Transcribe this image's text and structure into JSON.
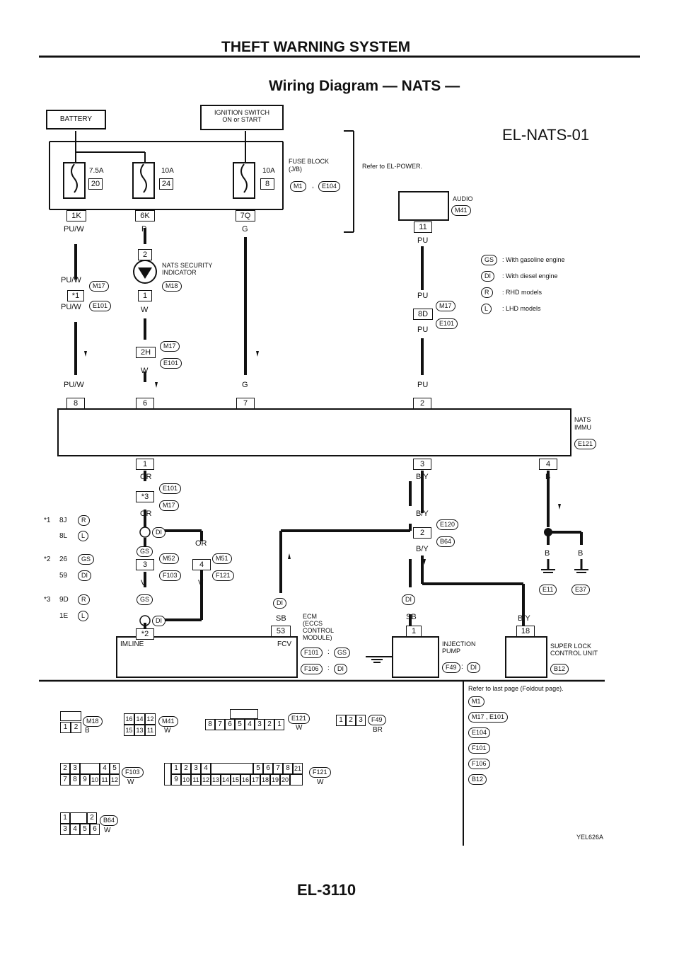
{
  "page": {
    "title": "THEFT WARNING SYSTEM",
    "subtitle": "Wiring Diagram — NATS —",
    "diagram_code": "EL-NATS-01",
    "figure_id": "YEL626A",
    "page_number": "EL-3110"
  },
  "power": {
    "battery": "BATTERY",
    "ignition_line1": "IGNITION SWITCH",
    "ignition_line2": "ON or START",
    "fuses": [
      {
        "amp": "7.5A",
        "num": "20"
      },
      {
        "amp": "10A",
        "num": "24"
      },
      {
        "amp": "10A",
        "num": "8"
      }
    ],
    "fuse_block_line1": "FUSE BLOCK",
    "fuse_block_line2": "(J/B)",
    "fuse_block_conn1": "M1",
    "fuse_block_conn2": "E104",
    "refer": "Refer to EL-POWER.",
    "terminals": [
      "1K",
      "6K",
      "7Q"
    ]
  },
  "wires": {
    "puw": "PU/W",
    "p": "P",
    "g": "G",
    "w": "W",
    "pu": "PU",
    "or": "OR",
    "by": "B/Y",
    "b": "B",
    "v": "V",
    "sb": "SB"
  },
  "indicator": {
    "line1": "NATS SECURITY",
    "line2": "INDICATOR",
    "conn": "M18",
    "pin_top": "2",
    "pin_bottom": "1"
  },
  "audio": {
    "label": "AUDIO",
    "conn": "M41",
    "pin": "11"
  },
  "connectors": {
    "m17": "M17",
    "e101": "E101",
    "m52": "M52",
    "f103": "F103",
    "m51": "M51",
    "f121": "F121",
    "e120": "E120",
    "b64": "B64",
    "e11": "E11",
    "e37": "E37",
    "e121": "E121",
    "f101": "F101",
    "f106": "F106",
    "f49": "F49",
    "b12": "B12",
    "pin_star1": "*1",
    "pin_2h": "2H",
    "pin_8d": "8D",
    "pin_star3": "*3",
    "pin_3": "3",
    "pin_4": "4",
    "pin_2": "2"
  },
  "legend": [
    {
      "tag": "GS",
      "text": ": With gasoline engine"
    },
    {
      "tag": "DI",
      "text": ": With diesel engine"
    },
    {
      "tag": "R",
      "text": ": RHD models"
    },
    {
      "tag": "L",
      "text": ": LHD models"
    }
  ],
  "immu": {
    "line1": "NATS",
    "line2": "IMMU",
    "conn": "E121",
    "pins_top": [
      "8",
      "6",
      "7",
      "2"
    ],
    "pins_bottom": [
      "1",
      "3",
      "4"
    ]
  },
  "notes": [
    {
      "star": "*1",
      "a": "8J",
      "a_tag": "R",
      "b": "8L",
      "b_tag": "L"
    },
    {
      "star": "*2",
      "a": "26",
      "a_tag": "GS",
      "b": "59",
      "b_tag": "DI"
    },
    {
      "star": "*3",
      "a": "9D",
      "a_tag": "R",
      "b": "1E",
      "b_tag": "L"
    }
  ],
  "modules": {
    "imline": "IMLINE",
    "fcv": "FCV",
    "ecm_line1": "ECM",
    "ecm_line2": "(ECCS",
    "ecm_line3": "CONTROL",
    "ecm_line4": "MODULE)",
    "ecm_pin": "53",
    "imline_pin": "*2",
    "pump_line1": "INJECTION",
    "pump_line2": "PUMP",
    "pump_pin": "1",
    "superlock_line1": "SUPER LOCK",
    "superlock_line2": "CONTROL UNIT",
    "superlock_pin": "18"
  },
  "refs": {
    "heading": "Refer to last page (Foldout page).",
    "items": [
      "M1",
      "M17 , E101",
      "E104",
      "F101",
      "F106",
      "B12"
    ]
  },
  "faces": [
    {
      "conn": "M18",
      "color": "B"
    },
    {
      "conn": "M41",
      "color": "W"
    },
    {
      "conn": "E121",
      "color": "W"
    },
    {
      "conn": "F49",
      "color": "BR"
    },
    {
      "conn": "F103",
      "color": "W"
    },
    {
      "conn": "F121",
      "color": "W"
    },
    {
      "conn": "B64",
      "color": "W"
    }
  ],
  "face_pins": {
    "m18": [
      "1",
      "2"
    ],
    "m41_top": [
      "16",
      "14",
      "12"
    ],
    "m41_bottom": [
      "15",
      "13",
      "11"
    ],
    "e121": [
      "8",
      "7",
      "6",
      "5",
      "4",
      "3",
      "2",
      "1"
    ],
    "f49": [
      "1",
      "2",
      "3"
    ],
    "f103_top": [
      "2",
      "3",
      "4",
      "5"
    ],
    "f103_bottom": [
      "7",
      "8",
      "9",
      "10",
      "11",
      "12"
    ],
    "f121_top": [
      "1",
      "2",
      "3",
      "4",
      "5",
      "6",
      "7",
      "8",
      "21"
    ],
    "f121_bottom": [
      "9",
      "10",
      "11",
      "12",
      "13",
      "14",
      "15",
      "16",
      "17",
      "18",
      "19",
      "20"
    ],
    "b64_top": [
      "1",
      "2"
    ],
    "b64_bottom": [
      "3",
      "4",
      "5",
      "6"
    ]
  }
}
